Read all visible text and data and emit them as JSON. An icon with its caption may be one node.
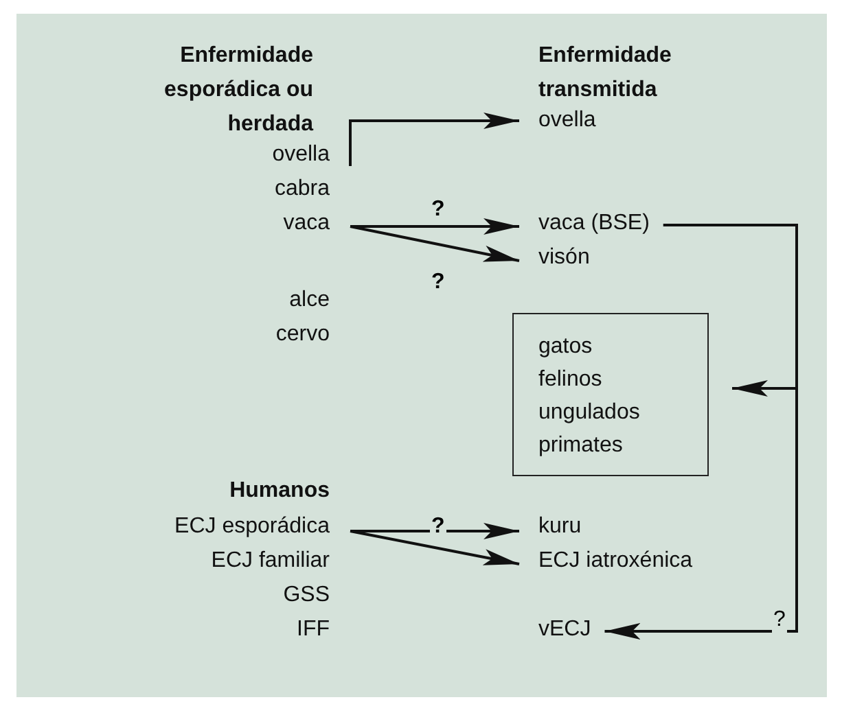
{
  "diagram": {
    "nodes": [
      {
        "text": [
          "ovella"
        ]
      },
      {
        "text": [
          "ovella"
        ]
      },
      {
        "text": [
          "vaca"
        ]
      },
      {
        "text": [
          "vaca (BSE)"
        ]
      },
      {
        "text": [
          "visón"
        ]
      },
      {
        "text": [
          "gatos",
          "felinos",
          "ungulados",
          "primates"
        ]
      },
      {
        "text": [
          "ECJ esporádica"
        ]
      },
      {
        "text": [
          "kuru"
        ]
      },
      {
        "text": [
          "ECJ iatroxénica"
        ]
      },
      {
        "text": [
          "vECJ"
        ]
      }
    ],
    "edges": [
      {
        "from": 0,
        "to": 1,
        "arrow": "to"
      },
      {
        "from": 2,
        "to": 3,
        "arrow": "to",
        "label": "?"
      },
      {
        "from": 2,
        "to": 4,
        "arrow": "to",
        "label": "?"
      },
      {
        "from": 3,
        "to": 5,
        "arrow": "to"
      },
      {
        "from": 3,
        "to": 9,
        "arrow": "to",
        "label": "?"
      },
      {
        "from": 6,
        "to": 7,
        "arrow": "to",
        "label": "?"
      },
      {
        "from": 6,
        "to": 8,
        "arrow": "to"
      }
    ],
    "labels": [
      "Enfermidade esporádica ou herdada",
      "Enfermidade transmitida",
      "cabra",
      "alce",
      "cervo",
      "Humanos",
      "ECJ familiar",
      "GSS",
      "IFF"
    ]
  }
}
